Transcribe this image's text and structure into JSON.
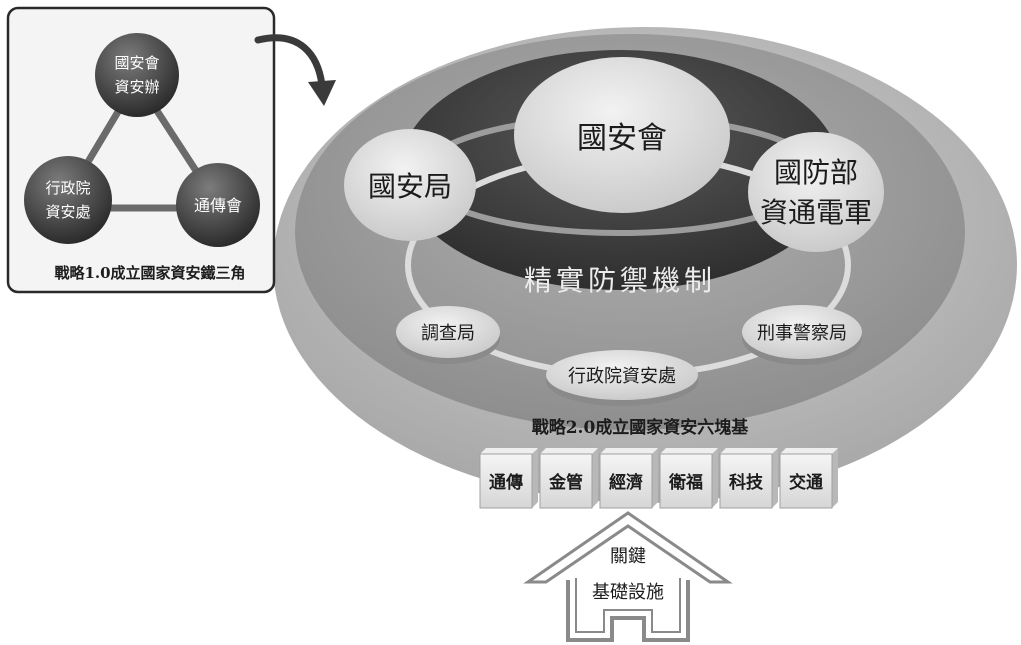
{
  "triangle": {
    "top_node": {
      "line1": "國安會",
      "line2": "資安辦"
    },
    "left_node": {
      "line1": "行政院",
      "line2": "資安處"
    },
    "right_node": {
      "line1": "通傳會"
    },
    "caption": "戰略1.0成立國家資安鐵三角"
  },
  "core": {
    "center": "國安會",
    "left": "國安局",
    "right": {
      "line1": "國防部",
      "line2": "資通電軍"
    },
    "mechanism": "精實防禦機制"
  },
  "outer_ring": {
    "left": "調查局",
    "right": "刑事警察局",
    "bottom": "行政院資安處"
  },
  "pillars_title": "戰略2.0成立國家資安六塊基",
  "pillars": [
    {
      "label": "通傳"
    },
    {
      "label": "金管"
    },
    {
      "label": "經濟"
    },
    {
      "label": "衛福"
    },
    {
      "label": "科技"
    },
    {
      "label": "交通"
    }
  ],
  "house": {
    "line1": "關鍵",
    "line2": "基礎設施"
  },
  "colors": {
    "outer_ellipse": "#bdbdbd",
    "middle_ellipse": "#9a9a9a",
    "core_ellipse": "#4a4a4a",
    "node_fill": "#d9d9d9",
    "node_dark": "#3a3a3a"
  }
}
